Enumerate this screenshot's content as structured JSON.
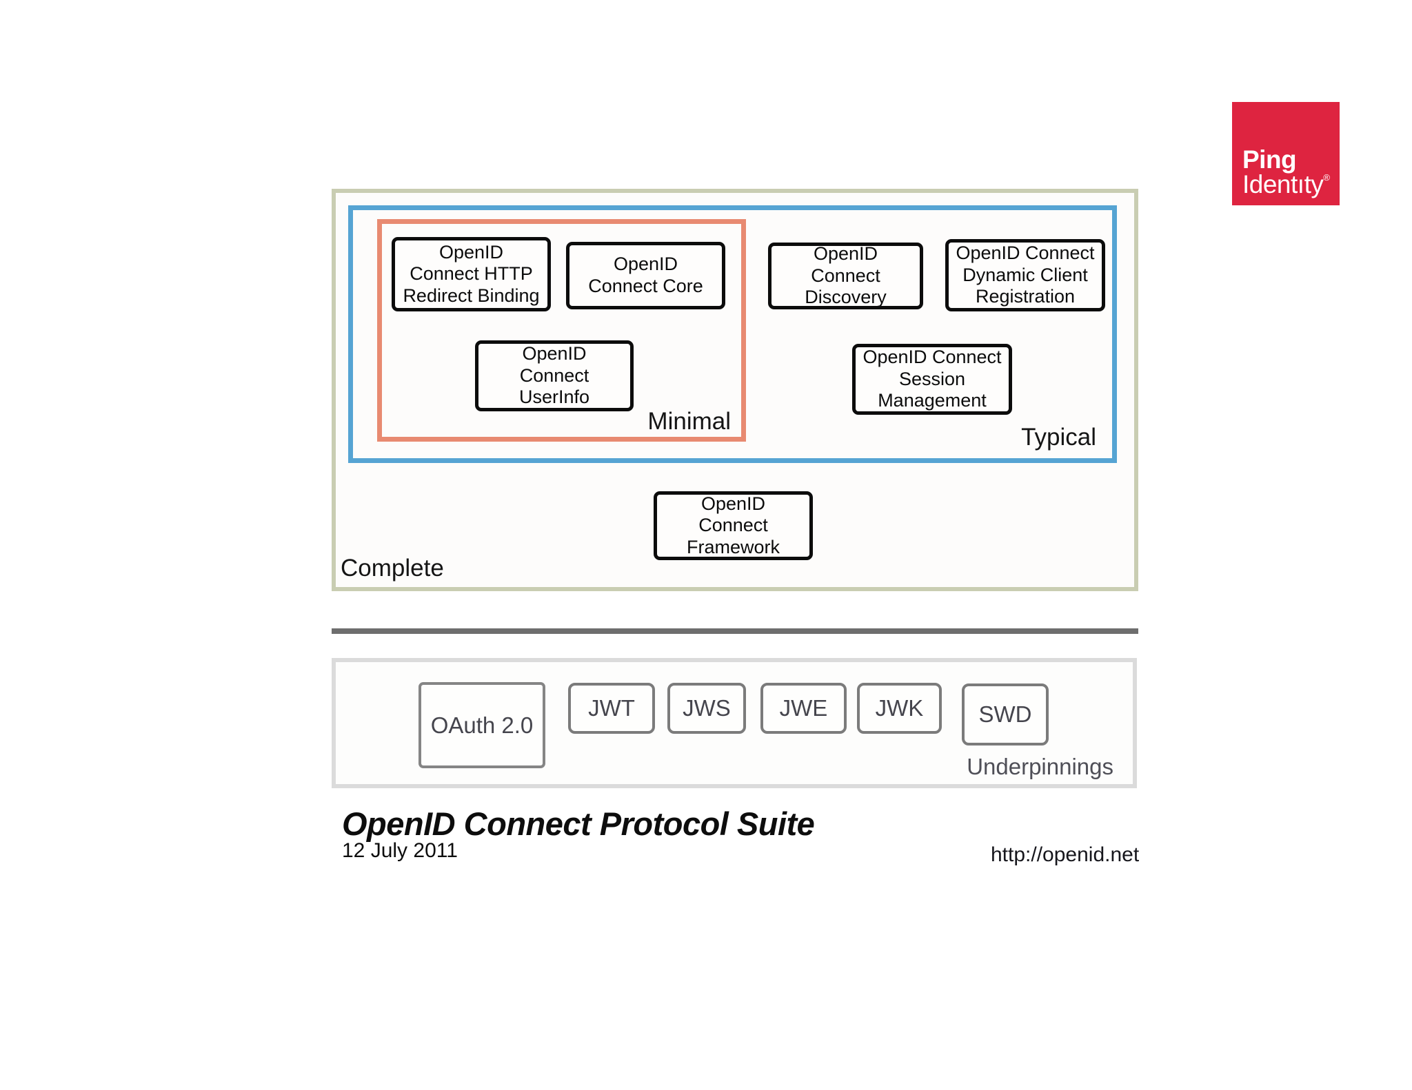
{
  "logo": {
    "line1": "Ping",
    "line2": "Identıty",
    "registered_mark": "®",
    "background_color": "#DE2440"
  },
  "suite": {
    "groups": {
      "minimal": "Minimal",
      "typical": "Typical",
      "complete": "Complete"
    },
    "minimal_boxes": [
      "OpenID Connect HTTP Redirect Binding",
      "OpenID Connect Core",
      "OpenID Connect UserInfo"
    ],
    "typical_boxes": [
      "OpenID Connect Discovery",
      "OpenID Connect Dynamic Client Registration",
      "OpenID Connect Session Management"
    ],
    "complete_boxes": [
      "OpenID Connect Framework"
    ]
  },
  "underpinnings": {
    "label": "Underpinnings",
    "items": [
      "OAuth 2.0",
      "JWT",
      "JWS",
      "JWE",
      "JWK",
      "SWD"
    ]
  },
  "footer": {
    "title": "OpenID Connect Protocol Suite",
    "date": "12 July 2011",
    "url": "http://openid.net"
  },
  "colors": {
    "minimal_border": "#E88A71",
    "typical_border": "#56A4D3",
    "complete_border": "#C9CDB2",
    "divider": "#6E6E6E",
    "underpinnings_border": "#DBDBDB",
    "chip_border": "#7B7B7B",
    "node_border": "#0C0C0C",
    "logo_red": "#DE2440"
  }
}
